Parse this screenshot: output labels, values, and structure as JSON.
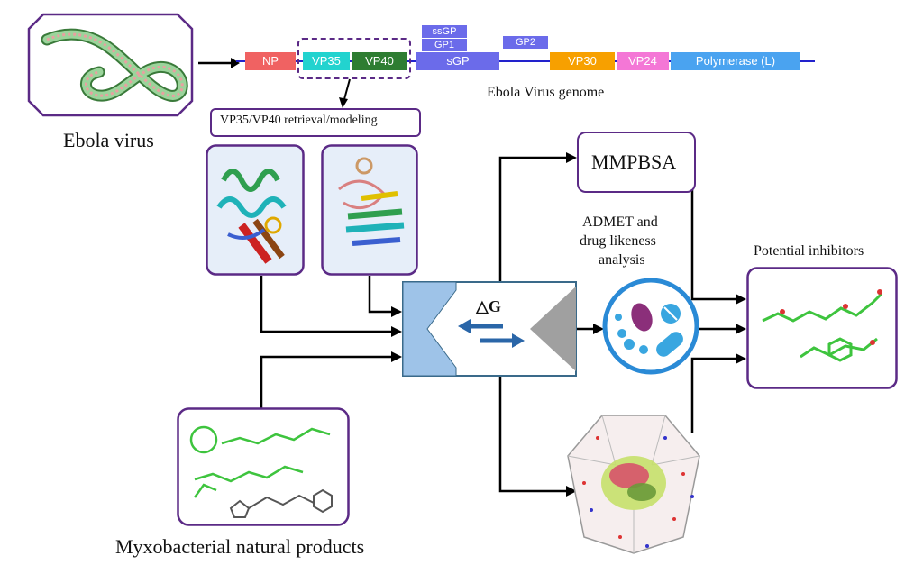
{
  "labels": {
    "ebola_virus": "Ebola virus",
    "genome": "Ebola Virus genome",
    "retrieval": "VP35/VP40 retrieval/modeling",
    "mmpbsa": "MMPBSA",
    "admet_line1": "ADMET and",
    "admet_line2": "drug likeness",
    "admet_line3": "analysis",
    "potential_inhibitors": "Potential inhibitors",
    "myxobacterial": "Myxobacterial natural products",
    "delta_g": "△G"
  },
  "genes": {
    "np": "NP",
    "vp35": "VP35",
    "vp40": "VP40",
    "ssgp": "ssGP",
    "gp1": "GP1",
    "sgp": "sGP",
    "gp2": "GP2",
    "vp30": "VP30",
    "vp24": "VP24",
    "polymerase": "Polymerase (L)"
  },
  "colors": {
    "np": "#f06262",
    "vp35": "#22d3cf",
    "vp40": "#2e7d32",
    "gp": "#6b6bea",
    "vp30": "#f7a000",
    "vp24": "#f477d6",
    "polymerase": "#4aa3f0",
    "box_border": "#5b2a86",
    "genome_line": "#2222cc"
  }
}
